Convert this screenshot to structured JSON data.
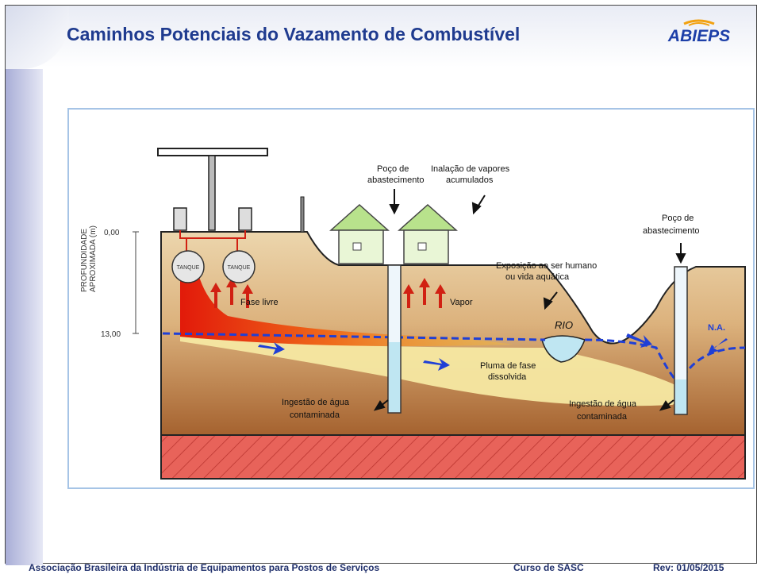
{
  "slide": {
    "title": "Caminhos Potenciais do Vazamento de Combustível",
    "logo_text": "ABIEPS"
  },
  "diagram": {
    "axis_label_line1": "PROFUNDIDADE",
    "axis_label_line2": "APROXIMADA (m)",
    "depth_top": "0,00",
    "depth_bottom": "13,00",
    "tank_label": "TANQUE",
    "well_left_line1": "Poço de",
    "well_left_line2": "abastecimento",
    "vapor_inhale_line1": "Inalação de vapores",
    "vapor_inhale_line2": "acumulados",
    "well_right_line1": "Poço de",
    "well_right_line2": "abastecimento",
    "exposure_line1": "Exposição ao ser humano",
    "exposure_line2": "ou vida aquática",
    "free_phase": "Fase livre",
    "vapor": "Vapor",
    "river": "RIO",
    "water_table": "N.A.",
    "plume_line1": "Pluma de fase",
    "plume_line2": "dissolvida",
    "ingest_left_line1": "Ingestão de água",
    "ingest_left_line2": "contaminada",
    "ingest_right_line1": "Ingestão de água",
    "ingest_right_line2": "contaminada",
    "colors": {
      "soil_light": "#e3c79a",
      "soil_dark": "#a8663a",
      "bedrock": "#e35a5a",
      "water_line": "#1f3fd6",
      "contaminant": "#e8300f",
      "plume": "#f5e79c",
      "river": "#bfe6f2"
    }
  },
  "footer": {
    "org": "Associação Brasileira da Indústria de Equipamentos para Postos de Serviços",
    "course": "Curso de SASC",
    "rev": "Rev: 01/05/2015"
  }
}
